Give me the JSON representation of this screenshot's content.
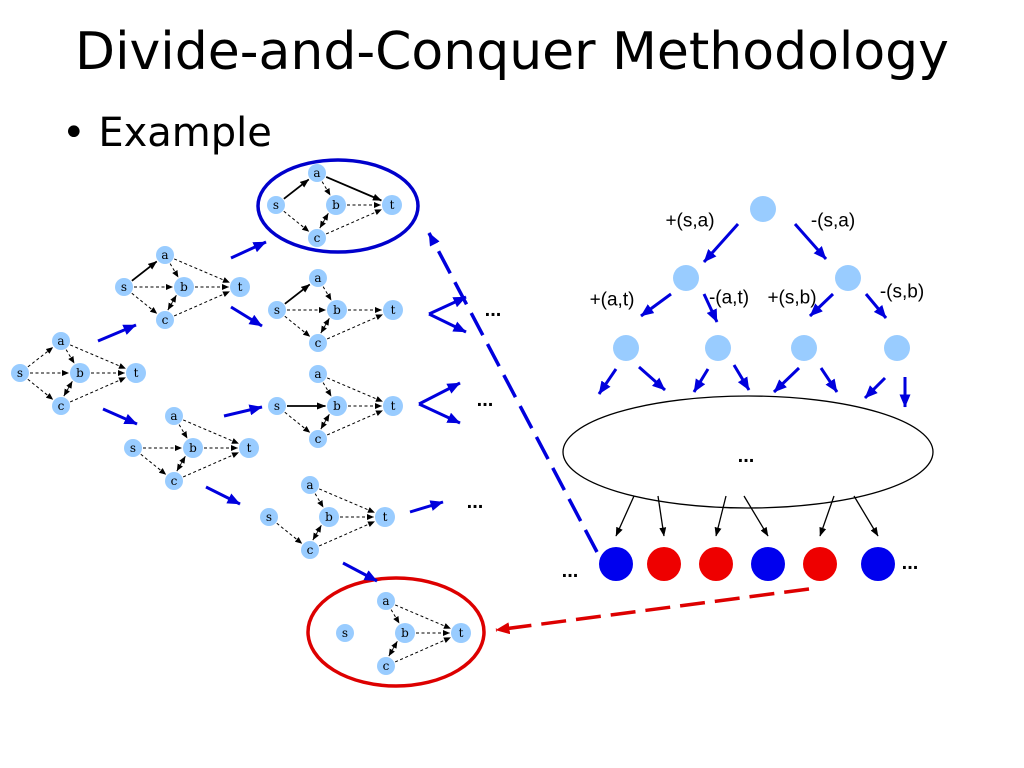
{
  "slide": {
    "title": "Divide-and-Conquer Methodology",
    "bullet_marker": "•",
    "bullet_text": "Example"
  },
  "graph": {
    "node_labels": {
      "s": "s",
      "a": "a",
      "b": "b",
      "c": "c",
      "t": "t"
    },
    "node_color": "#99CCFF"
  },
  "tree": {
    "edge_labels": {
      "plus_sa": "+(s,a)",
      "minus_sa": "-(s,a)",
      "plus_at": "+(a,t)",
      "minus_at": "-(a,t)",
      "plus_sb": "+(s,b)",
      "minus_sb": "-(s,b)"
    },
    "ellipsis": "...",
    "leaf_colors": [
      "blue",
      "red",
      "red",
      "blue",
      "red",
      "blue"
    ]
  },
  "colors": {
    "arrow_blue": "#0000DD",
    "leaf_blue": "#0000EE",
    "leaf_red": "#EE0000",
    "highlight_blue": "#0000CC",
    "highlight_red": "#DD0000"
  }
}
